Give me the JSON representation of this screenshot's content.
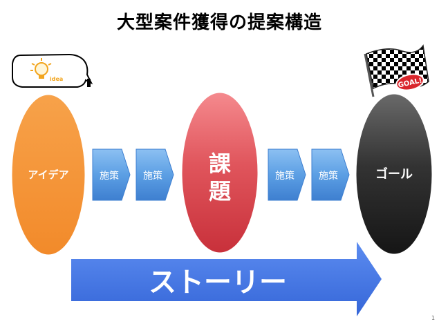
{
  "slide": {
    "title": "大型案件獲得の提案構造",
    "page_number": "1"
  },
  "diagram": {
    "idea_label": "アイデア",
    "bubble_text": "idea",
    "step_label": "施策",
    "issue_label_line1": "課",
    "issue_label_line2": "題",
    "goal_label": "ゴール",
    "flag_text": "GOAL!",
    "story_label": "ストーリー"
  },
  "colors": {
    "idea_orange": "#F59A3C",
    "step_blue": "#5B9BE0",
    "issue_red": "#D9434A",
    "goal_black": "#2A2A2A",
    "story_blue": "#3F72E0"
  }
}
